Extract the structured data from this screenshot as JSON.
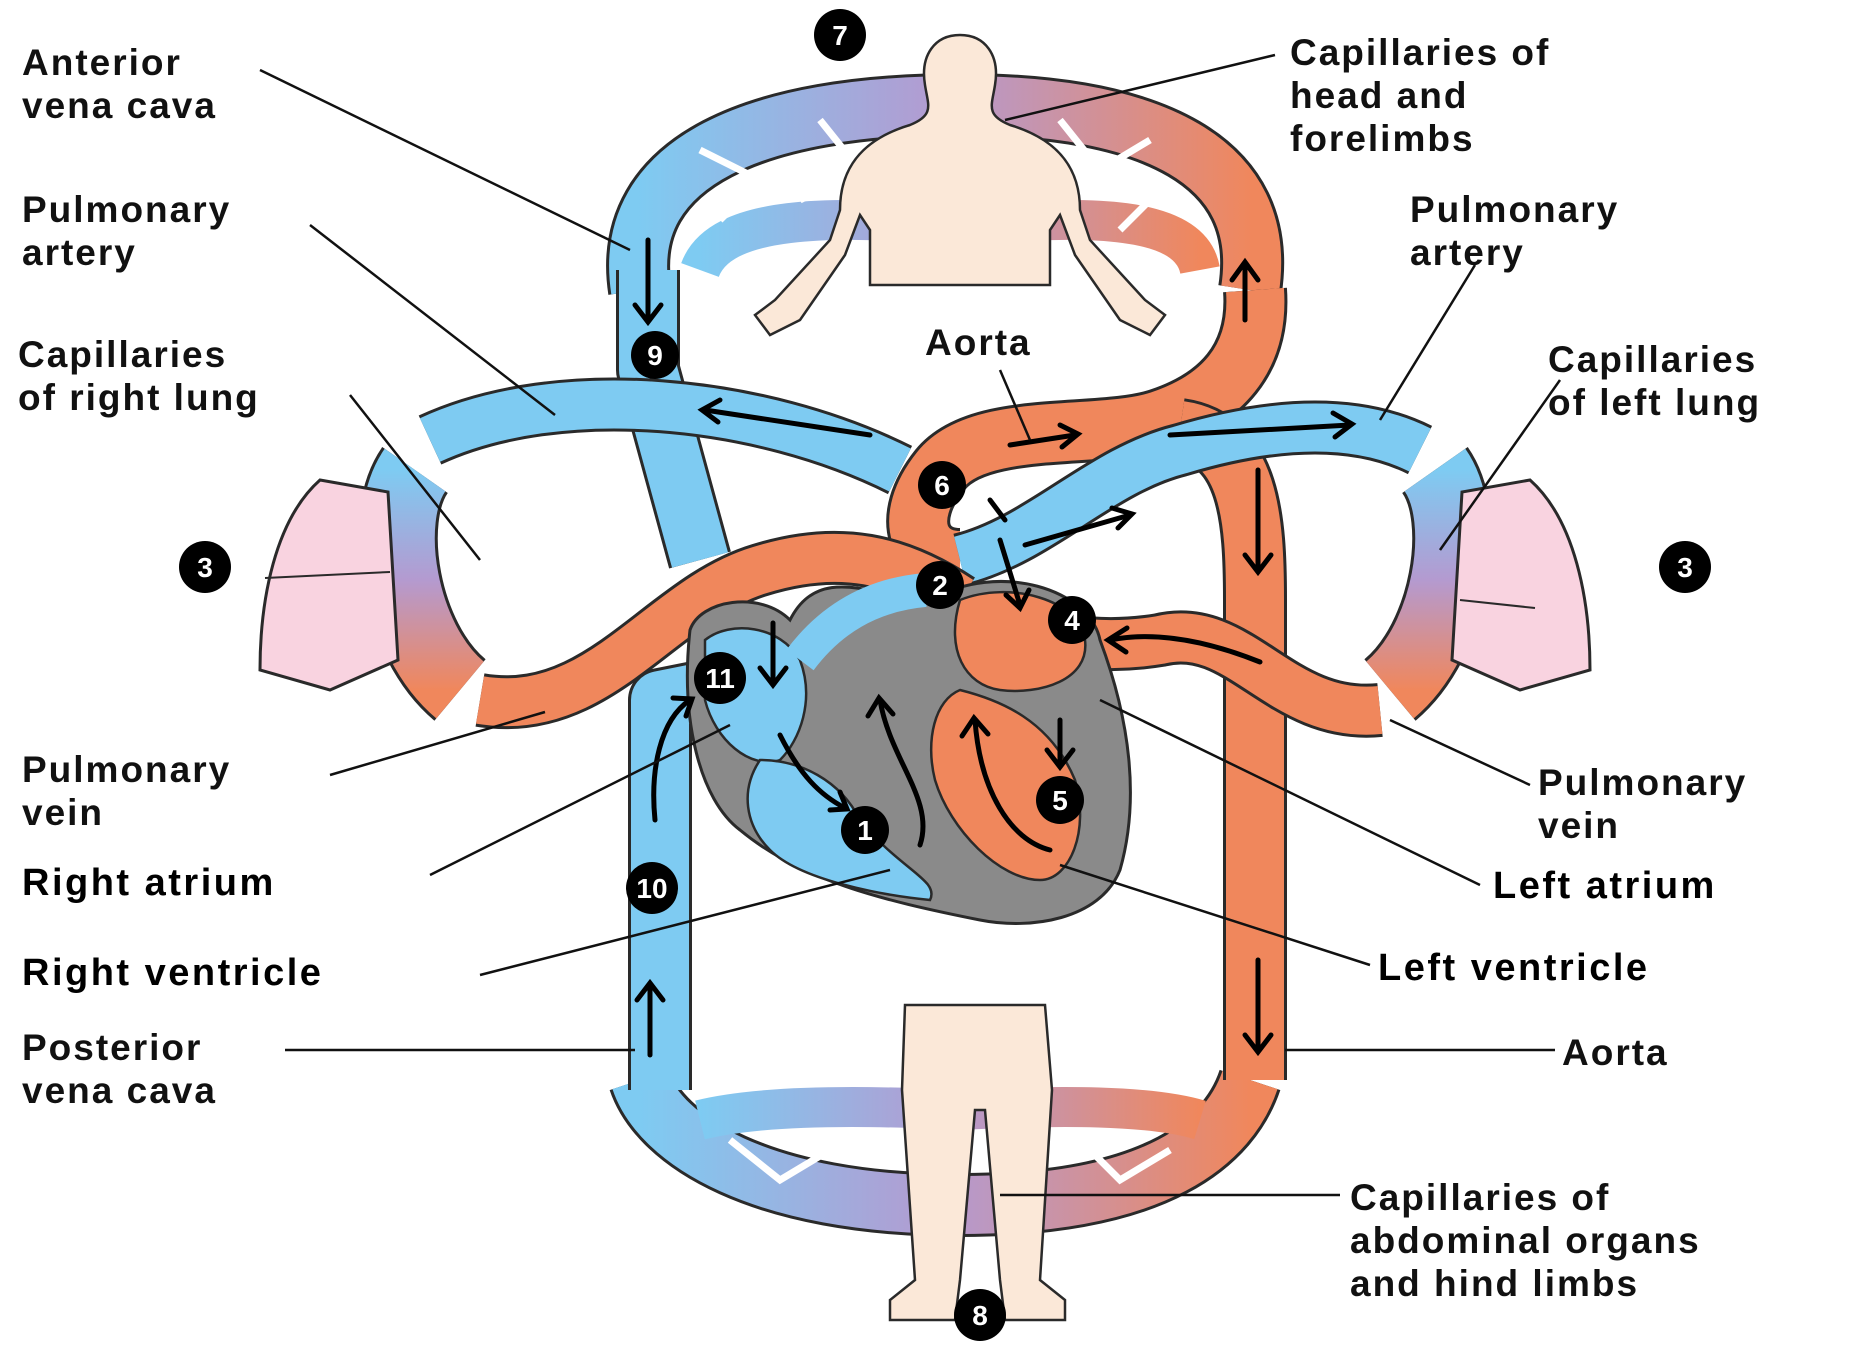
{
  "colors": {
    "deoxygenated": "#7ecbf2",
    "oxygenated": "#f0875c",
    "capillary_mix": "#b49ad0",
    "heart_wall": "#8a8a8a",
    "body_skin": "#fbe8d8",
    "lung": "#f9d3e0",
    "vessel_outline": "#2a2a2a"
  },
  "labels": {
    "anterior_vena_cava": [
      "Anterior",
      "vena cava"
    ],
    "pulmonary_artery_right": [
      "Pulmonary",
      "artery"
    ],
    "capillaries_right_lung": [
      "Capillaries",
      "of right lung"
    ],
    "pulmonary_vein_right": [
      "Pulmonary",
      "vein"
    ],
    "right_atrium": "Right atrium",
    "right_ventricle": "Right ventricle",
    "posterior_vena_cava": [
      "Posterior",
      "vena cava"
    ],
    "capillaries_head": [
      "Capillaries of",
      "head and",
      "forelimbs"
    ],
    "pulmonary_artery_left": [
      "Pulmonary",
      "artery"
    ],
    "aorta_top": "Aorta",
    "capillaries_left_lung": [
      "Capillaries",
      "of left lung"
    ],
    "pulmonary_vein_left": [
      "Pulmonary",
      "vein"
    ],
    "left_atrium": "Left atrium",
    "left_ventricle": "Left ventricle",
    "aorta_bottom": "Aorta",
    "capillaries_abdominal": [
      "Capillaries of",
      "abdominal organs",
      "and hind limbs"
    ]
  },
  "step_markers": {
    "m1": "1",
    "m2": "2",
    "m3a": "3",
    "m3b": "3",
    "m4": "4",
    "m5": "5",
    "m6": "6",
    "m7": "7",
    "m8": "8",
    "m9": "9",
    "m10": "10",
    "m11": "11"
  }
}
